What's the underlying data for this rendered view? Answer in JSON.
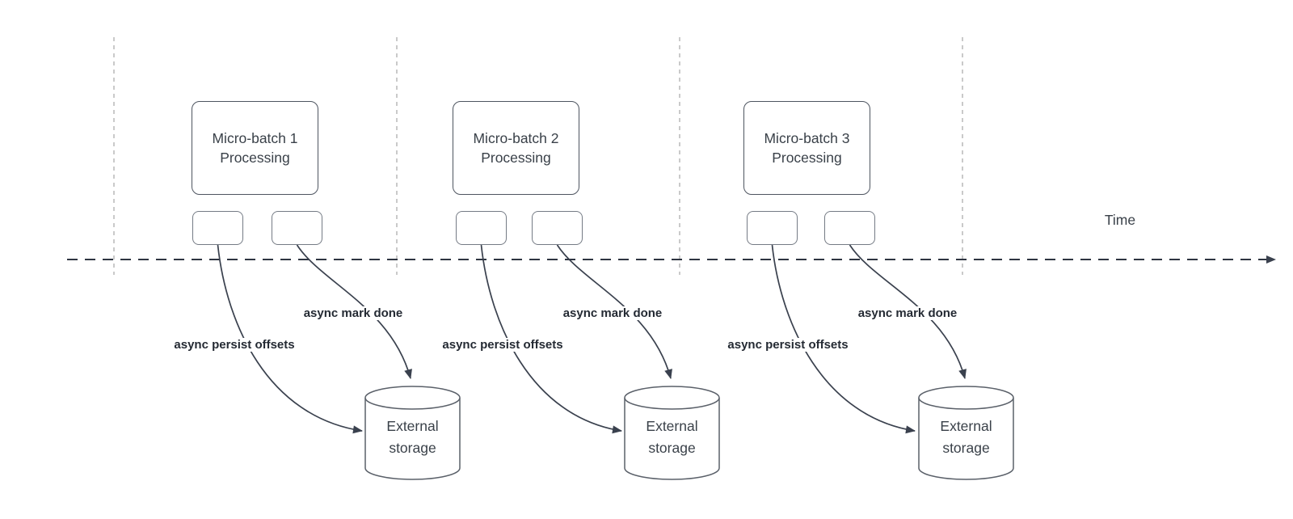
{
  "diagram": {
    "time_axis_label": "Time",
    "batches": [
      {
        "box_line1": "Micro-batch 1",
        "box_line2": "Processing",
        "persist_label": "async persist offsets",
        "done_label": "async mark done",
        "storage_line1": "External",
        "storage_line2": "storage"
      },
      {
        "box_line1": "Micro-batch 2",
        "box_line2": "Processing",
        "persist_label": "async persist offsets",
        "done_label": "async mark done",
        "storage_line1": "External",
        "storage_line2": "storage"
      },
      {
        "box_line1": "Micro-batch 3",
        "box_line2": "Processing",
        "persist_label": "async persist offsets",
        "done_label": "async mark done",
        "storage_line1": "External",
        "storage_line2": "storage"
      }
    ],
    "colors": {
      "background": "#ffffff",
      "connector": "#3a414e",
      "process_box_border": "#4e5560",
      "mini_box_border": "#757b85",
      "cylinder_border": "#5a6069",
      "guide_dashed": "#b3b3b3",
      "text": "#3a4149",
      "label_text": "#242a33"
    }
  }
}
